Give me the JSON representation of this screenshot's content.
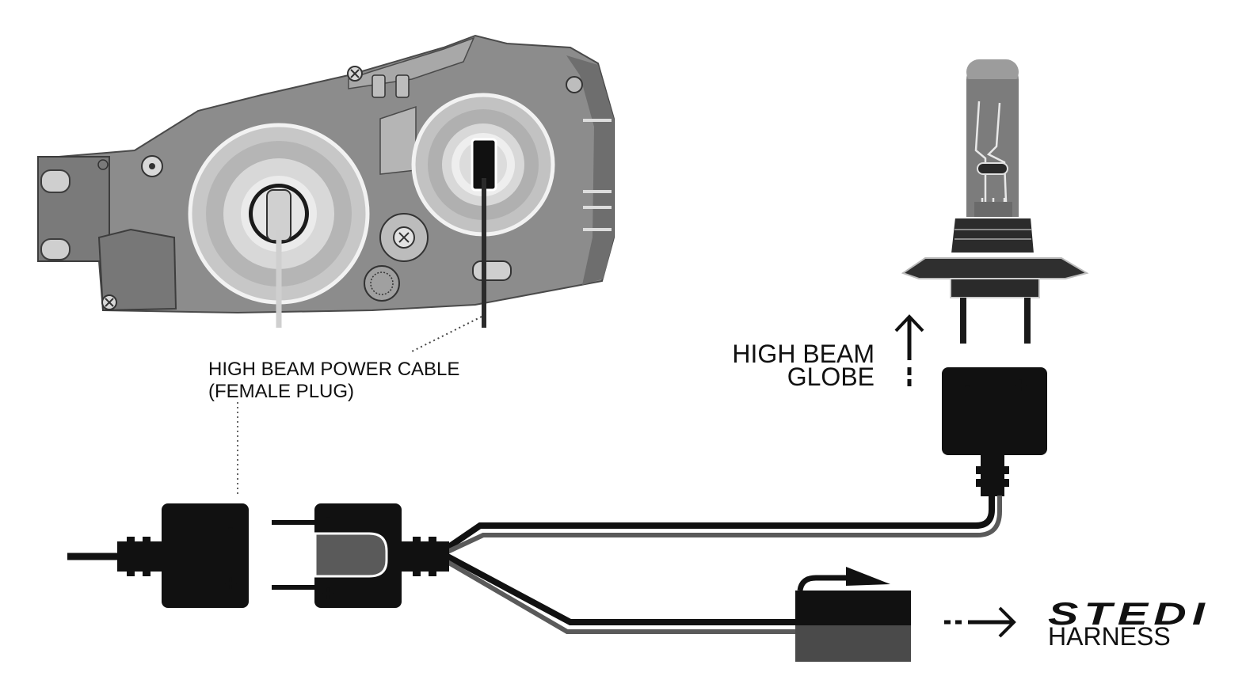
{
  "labels": {
    "power_cable_line1": "HIGH BEAM POWER CABLE",
    "power_cable_line2": "(FEMALE PLUG)",
    "globe_line1": "HIGH BEAM",
    "globe_line2": "GLOBE",
    "brand_logo": "STEDI",
    "brand_line2": "HARNESS"
  },
  "polarity": {
    "minus": "-",
    "plus": "+"
  },
  "icons": {
    "arrow_up": "arrow-up-icon",
    "arrow_right": "arrow-right-icon"
  },
  "colors": {
    "ink": "#111111",
    "housing_dark": "#6e6e6e",
    "housing_mid": "#8c8c8c",
    "housing_light": "#bdbdbd",
    "cable_grey": "#5a5a5a"
  }
}
